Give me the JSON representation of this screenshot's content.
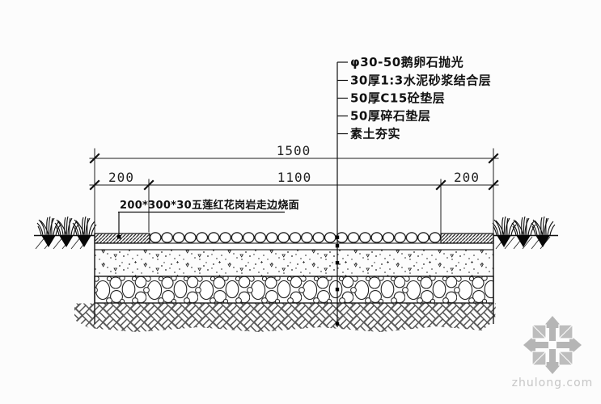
{
  "drawing_type": "pavement-section-detail",
  "dimensions": {
    "total": "1500",
    "segments": [
      "200",
      "1100",
      "200"
    ]
  },
  "callouts": {
    "left": "200*300*30五莲红花岗岩走边烧面",
    "right": [
      "φ30-50鹅卵石抛光",
      "30厚1:3水泥砂浆结合层",
      "50厚C15砼垫层",
      "50厚碎石垫层",
      "素土夯实"
    ]
  },
  "layers": [
    "granite-edge-band",
    "cobblestone-paving",
    "cement-mortar-bed",
    "c15-concrete-cushion",
    "crushed-stone-cushion",
    "compacted-soil"
  ],
  "watermark": {
    "text": "zhulong.com",
    "logo": "pinwheel-compass-logo",
    "logo_color": "#b5b5b5",
    "text_color": "#c6c6c6"
  },
  "colors": {
    "line": "#1c1c1c",
    "background": "#fcfcfc"
  }
}
